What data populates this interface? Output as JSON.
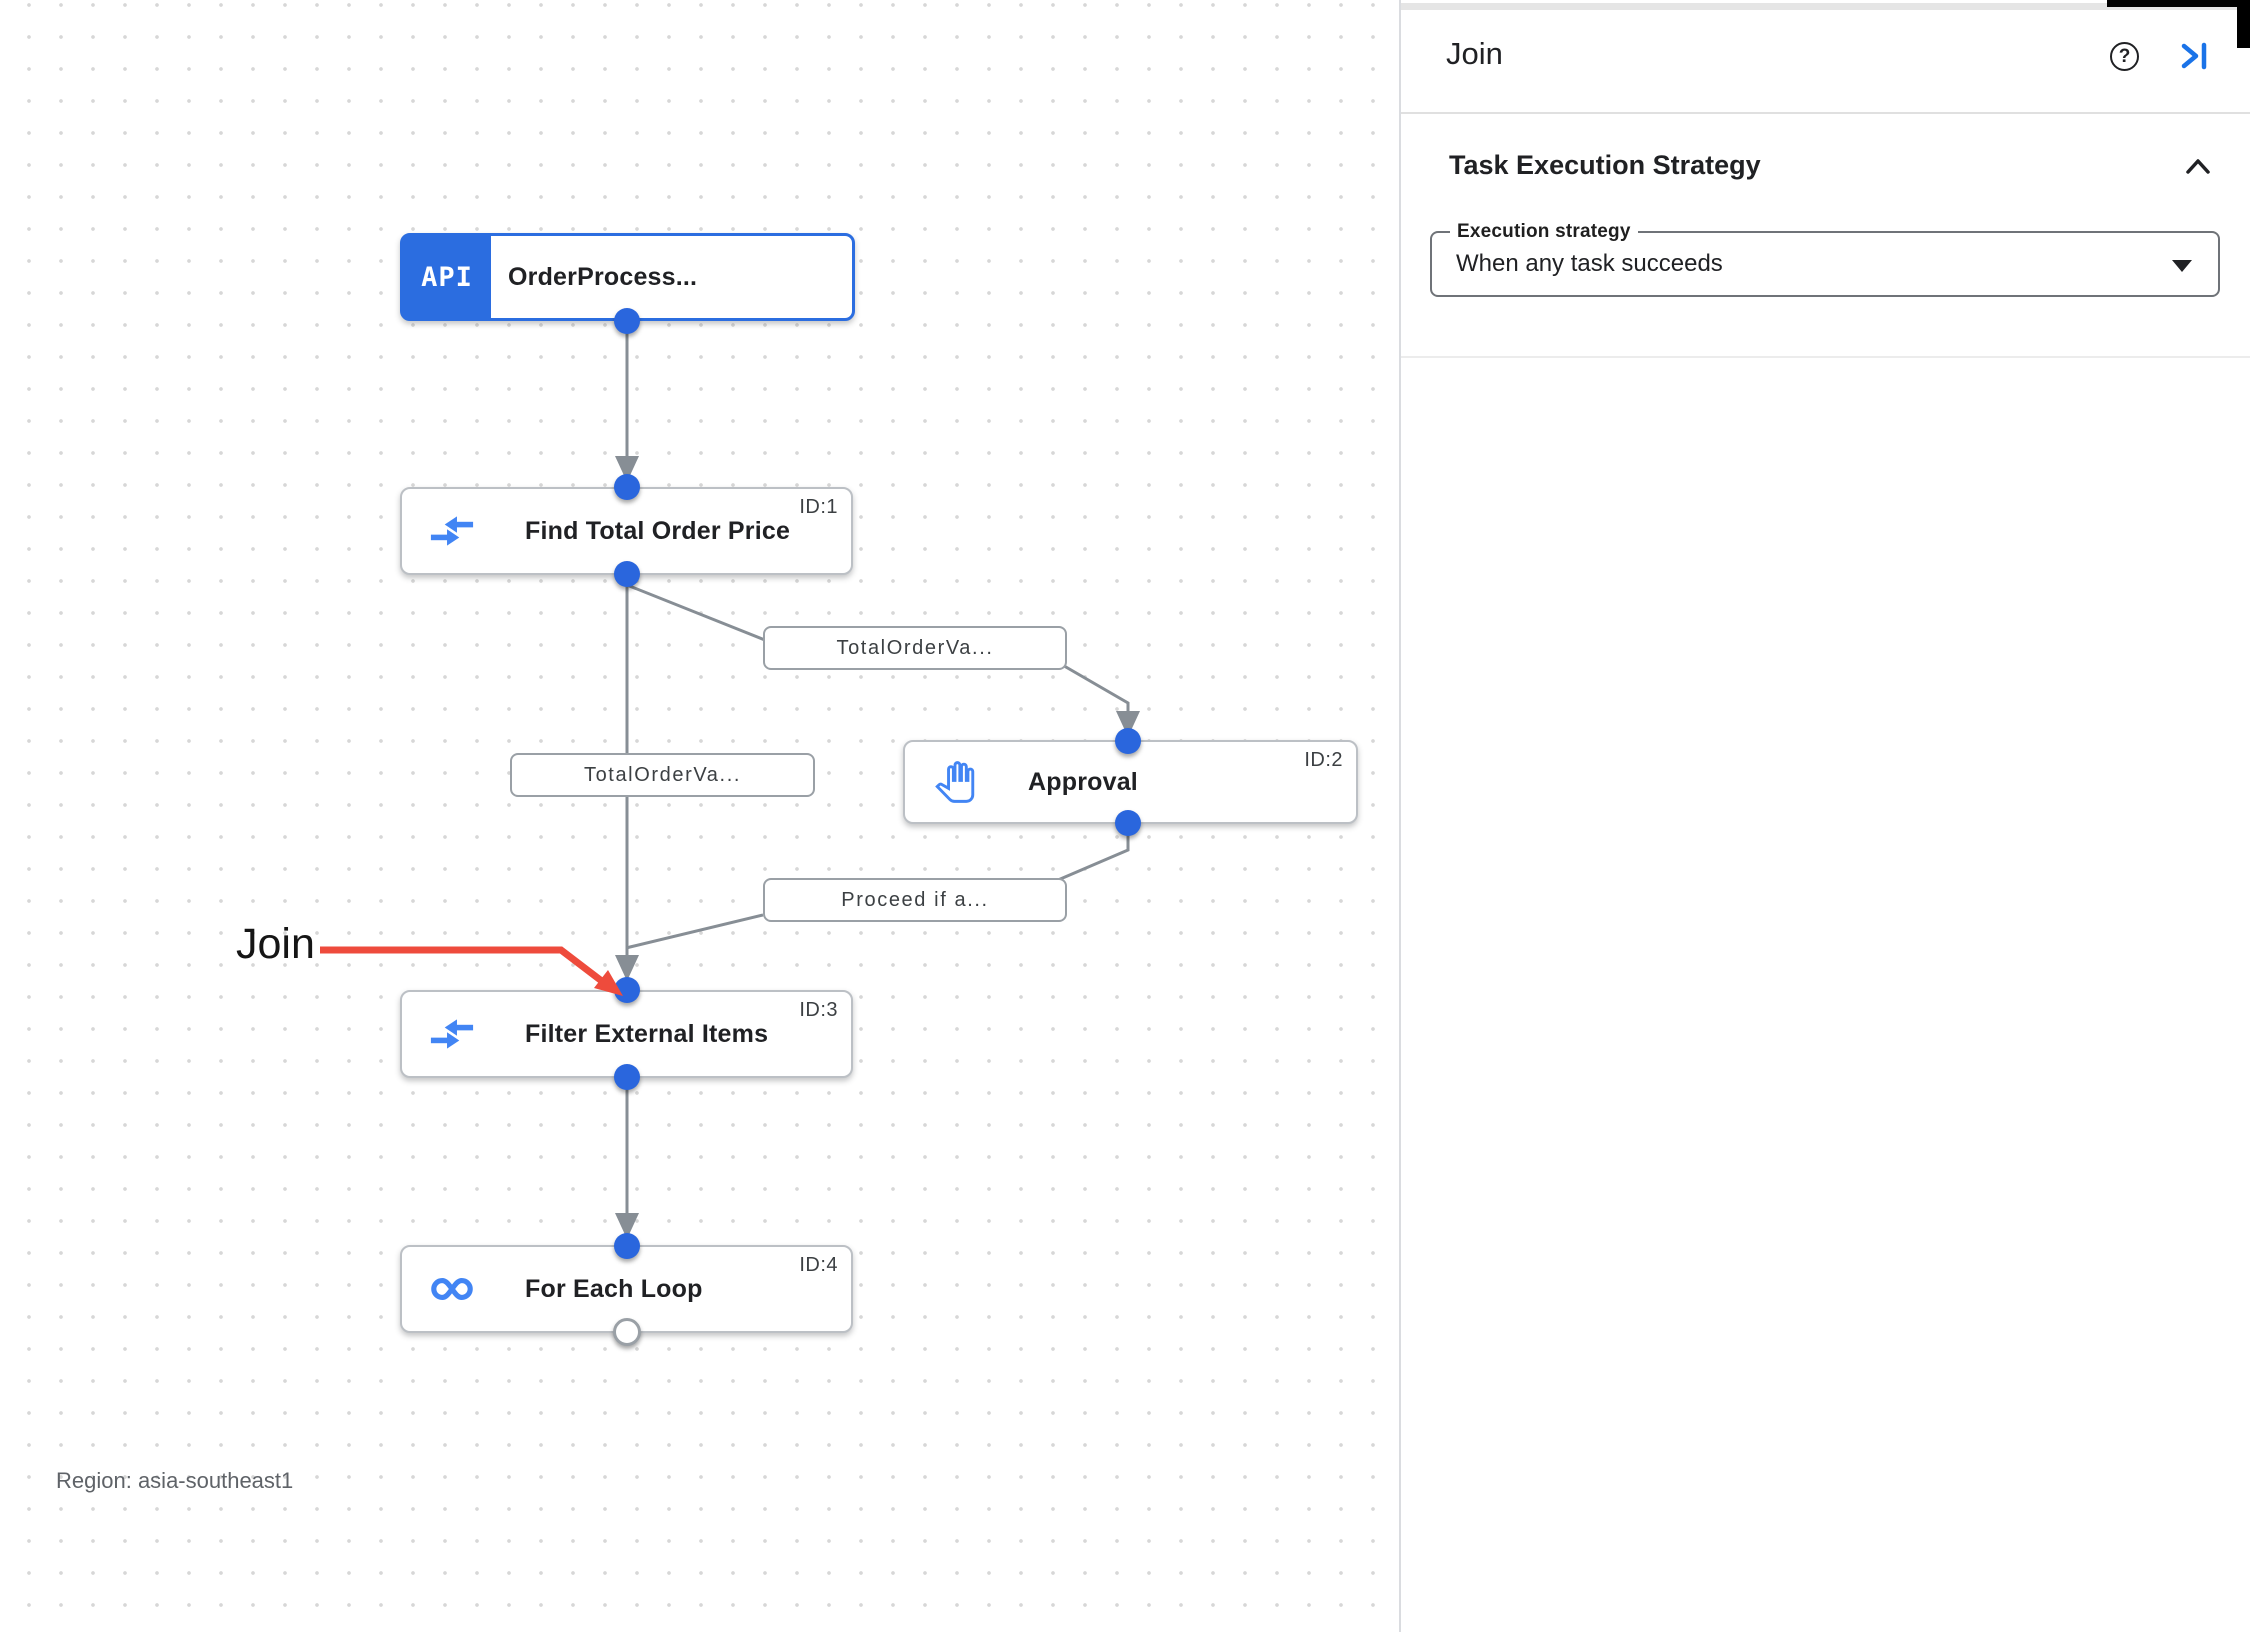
{
  "panel": {
    "title": "Join",
    "help_symbol": "?",
    "section_title": "Task Execution Strategy",
    "field_label": "Execution strategy",
    "field_value": "When any task succeeds"
  },
  "canvas": {
    "region_label": "Region: asia-southeast1",
    "annotation_text": "Join",
    "nodes": [
      {
        "badge": "API",
        "label": "OrderProcess...",
        "id_label": ""
      },
      {
        "label": "Find Total Order Price",
        "id_label": "ID:1"
      },
      {
        "label": "Approval",
        "id_label": "ID:2"
      },
      {
        "label": "Filter External Items",
        "id_label": "ID:3"
      },
      {
        "label": "For Each Loop",
        "id_label": "ID:4"
      }
    ],
    "edge_labels": [
      "TotalOrderVa...",
      "TotalOrderVa...",
      "Proceed if a..."
    ],
    "colors": {
      "accent_blue": "#2b6de0",
      "icon_blue": "#4285f4",
      "edge_gray": "#878e95",
      "annotation_red": "#ee4b3c"
    }
  }
}
